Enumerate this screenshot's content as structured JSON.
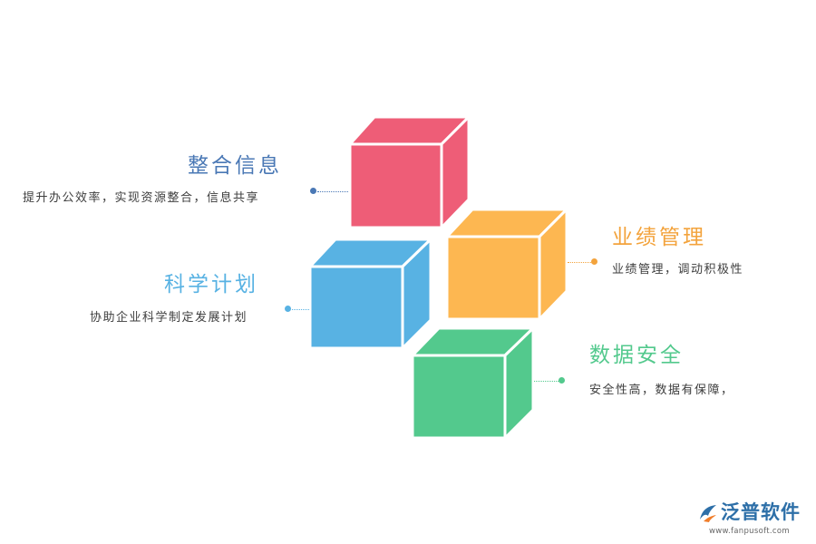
{
  "items": [
    {
      "title": "整合信息",
      "desc": "提升办公效率，实现资源整合，信息共享",
      "color": "#ee5d77"
    },
    {
      "title": "业绩管理",
      "desc": "业绩管理，调动积极性",
      "color": "#fdb751"
    },
    {
      "title": "科学计划",
      "desc": "协助企业科学制定发展计划",
      "color": "#58b2e3"
    },
    {
      "title": "数据安全",
      "desc": "安全性高，数据有保障，",
      "color": "#53c98d"
    }
  ],
  "logo": {
    "name": "泛普软件",
    "url": "www.fanpusoft.com",
    "color": "#2d6fa8"
  }
}
